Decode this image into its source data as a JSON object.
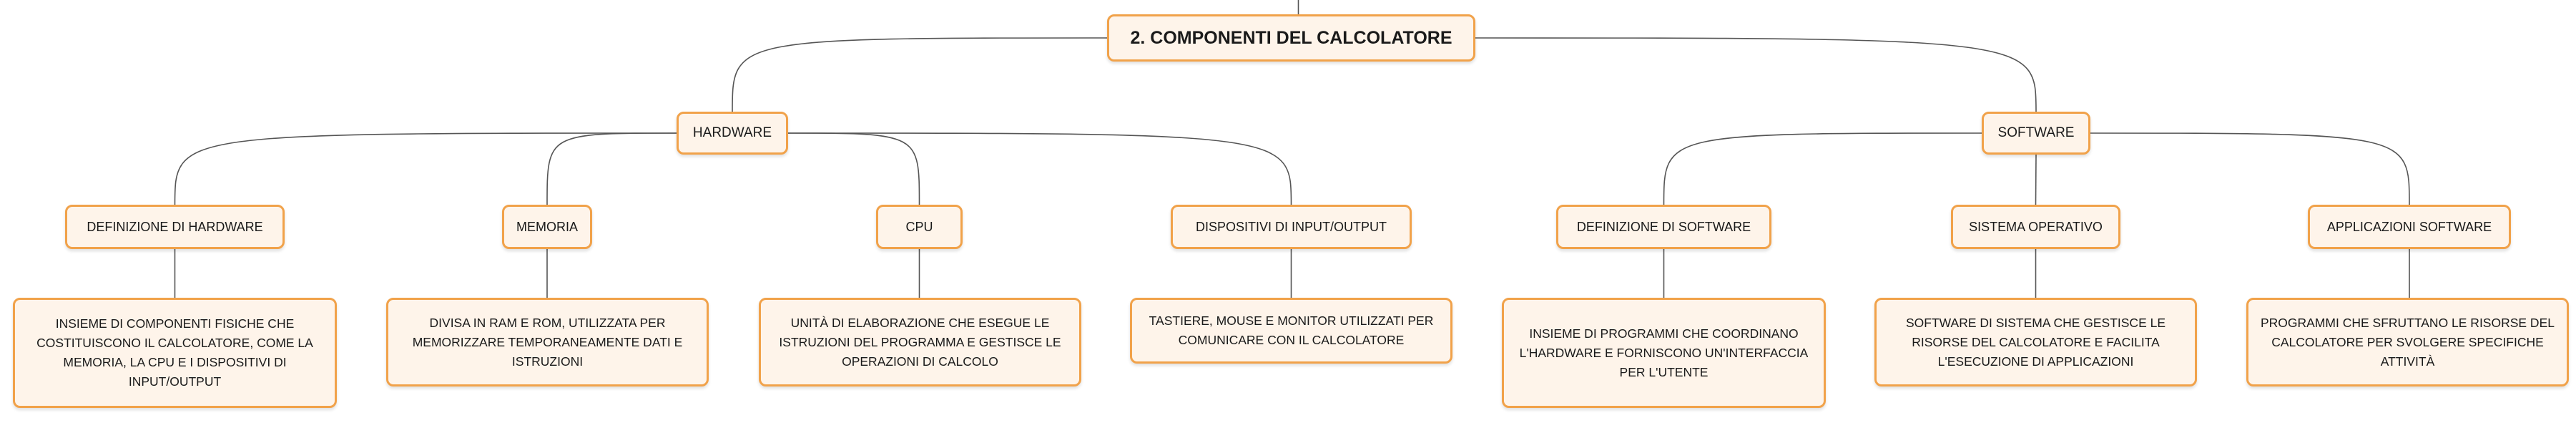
{
  "map": {
    "root": "2. COMPONENTI DEL CALCOLATORE",
    "hardware": {
      "label": "HARDWARE",
      "children": [
        {
          "label": "DEFINIZIONE DI HARDWARE",
          "detail": "INSIEME DI COMPONENTI FISICHE CHE COSTITUISCONO IL CALCOLATORE, COME LA MEMORIA, LA CPU E I DISPOSITIVI DI INPUT/OUTPUT"
        },
        {
          "label": "MEMORIA",
          "detail": "DIVISA IN RAM E ROM, UTILIZZATA PER MEMORIZZARE TEMPORANEAMENTE DATI E ISTRUZIONI"
        },
        {
          "label": "CPU",
          "detail": "UNITÀ DI ELABORAZIONE CHE ESEGUE LE ISTRUZIONI DEL PROGRAMMA E GESTISCE LE OPERAZIONI DI CALCOLO"
        },
        {
          "label": "DISPOSITIVI DI INPUT/OUTPUT",
          "detail": "TASTIERE, MOUSE E MONITOR UTILIZZATI PER COMUNICARE CON IL CALCOLATORE"
        }
      ]
    },
    "software": {
      "label": "SOFTWARE",
      "children": [
        {
          "label": "DEFINIZIONE DI SOFTWARE",
          "detail": "INSIEME DI PROGRAMMI CHE COORDINANO L'HARDWARE E FORNISCONO UN'INTERFACCIA PER L'UTENTE"
        },
        {
          "label": "SISTEMA OPERATIVO",
          "detail": "SOFTWARE DI SISTEMA CHE GESTISCE LE RISORSE DEL CALCOLATORE E FACILITA L'ESECUZIONE DI APPLICAZIONI"
        },
        {
          "label": "APPLICAZIONI SOFTWARE",
          "detail": "PROGRAMMI CHE SFRUTTANO LE RISORSE DEL CALCOLATORE PER SVOLGERE SPECIFICHE ATTIVITÀ"
        }
      ]
    }
  },
  "colors": {
    "node_fill": "#fef4ea",
    "node_border": "#f1a24a",
    "connector": "#555555"
  }
}
